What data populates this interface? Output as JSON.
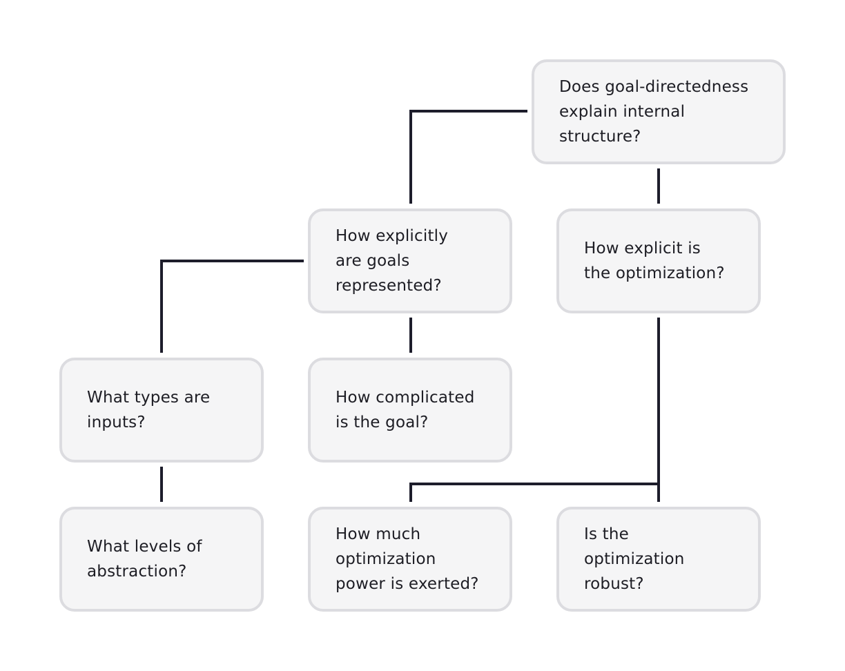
{
  "diagram": {
    "nodes": {
      "root": {
        "lines": [
          "Does goal-directedness",
          "explain internal",
          "structure?"
        ]
      },
      "goals_represented": {
        "lines": [
          "How explicitly",
          "are goals",
          "represented?"
        ]
      },
      "explicit_optimization": {
        "lines": [
          "How explicit is",
          "the optimization?"
        ]
      },
      "input_types": {
        "lines": [
          "What types are",
          "inputs?"
        ]
      },
      "goal_complexity": {
        "lines": [
          "How complicated",
          "is the goal?"
        ]
      },
      "abstraction_levels": {
        "lines": [
          "What levels of",
          "abstraction?"
        ]
      },
      "optimization_power": {
        "lines": [
          "How much",
          "optimization",
          "power is exerted?"
        ]
      },
      "optimization_robust": {
        "lines": [
          "Is the",
          "optimization",
          "robust?"
        ]
      }
    },
    "colors": {
      "node_fill": "#f5f5f6",
      "node_border": "#dcdce0",
      "connector": "#1d1d2b",
      "text": "#1d1d24"
    }
  }
}
